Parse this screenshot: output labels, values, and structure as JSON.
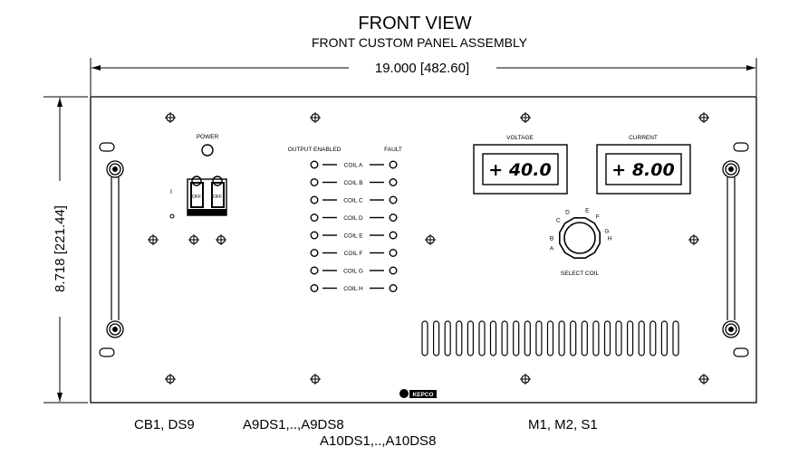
{
  "header": {
    "title": "FRONT VIEW",
    "subtitle": "FRONT CUSTOM PANEL ASSEMBLY"
  },
  "dimensions": {
    "width_label": "19.000 [482.60]",
    "height_label": "8.718 [221.44]"
  },
  "panel": {
    "power_label": "POWER",
    "switch_on_mark": "I",
    "switch_off_label": "OFF",
    "output_enabled_label": "OUTPUT ENABLED",
    "fault_label": "FAULT",
    "coils": [
      "COIL A",
      "COIL B",
      "COIL C",
      "COIL D",
      "COIL E",
      "COIL F",
      "COIL G",
      "COIL H"
    ],
    "voltage_label": "VOLTAGE",
    "voltage_value": "+ 40.0",
    "current_label": "CURRENT",
    "current_value": "+ 8.00",
    "selector_letters": [
      "A",
      "B",
      "C",
      "D",
      "E",
      "F",
      "G",
      "H"
    ],
    "select_coil_label": "SELECT COIL",
    "logo_text": "KEPCO",
    "vent_slot_count": 23
  },
  "callouts": {
    "left": "CB1, DS9",
    "middle_1": "A9DS1,..,A9DS8",
    "middle_2": "A10DS1,..,A10DS8",
    "right": "M1, M2, S1"
  }
}
